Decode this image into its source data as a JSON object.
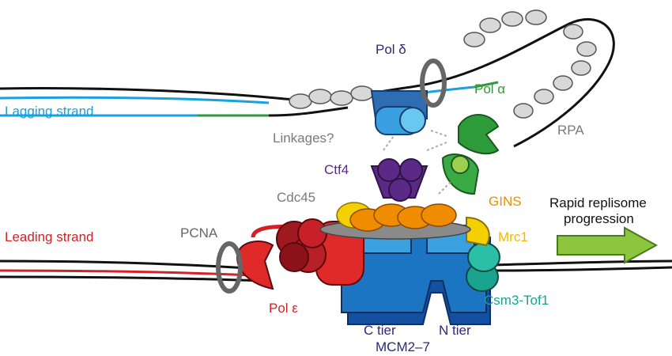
{
  "labels": {
    "lagging_strand": "Lagging strand",
    "leading_strand": "Leading strand",
    "pol_delta": "Pol δ",
    "pol_alpha": "Pol α",
    "pol_epsilon": "Pol ε",
    "rpa": "RPA",
    "linkages": "Linkages?",
    "ctf4": "Ctf4",
    "cdc45": "Cdc45",
    "gins": "GINS",
    "mrc1": "Mrc1",
    "pcna": "PCNA",
    "csm3_tof1": "Csm3-Tof1",
    "c_tier": "C tier",
    "n_tier": "N tier",
    "mcm": "MCM2–7",
    "progression_line1": "Rapid replisome",
    "progression_line2": "progression"
  },
  "colors": {
    "lagging": "#1aa0dc",
    "leading": "#d42027",
    "pol_delta": "#2e6db4",
    "pol_alpha": "#2e9b3a",
    "ctf4": "#5b2a86",
    "gins": "#f08c00",
    "mrc1": "#f5b800",
    "mcm": "#1b75c2",
    "csm3_tof1": "#1aa38f",
    "grey_text": "#7a7a7a",
    "navy_text": "#2b2a7a",
    "arrow": "#8cc63f"
  }
}
